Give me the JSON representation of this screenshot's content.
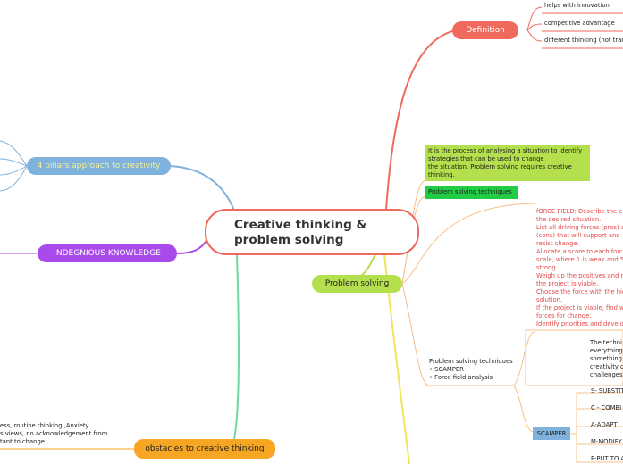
{
  "central": {
    "title_line1": "Creative thinking &",
    "title_line2": "problem solving"
  },
  "branches": {
    "definition": {
      "label": "Definition",
      "color": "#ef6a5c",
      "items": [
        "helps with innovation",
        "competitive advantage",
        "different thinking (not trad"
      ]
    },
    "pillars": {
      "label": "4 pillars approach to creativity",
      "color": "#7fb2dc",
      "text_color": "#f3f19a"
    },
    "indigenous": {
      "label": "INDEGNIOUS KNOWLEDGE",
      "color": "#a94bea"
    },
    "obstacles": {
      "label": "obstacles to creative thinking",
      "color": "#f6a623",
      "notes": [
        "ess, routine thinking ,Anxiety",
        "s views, no acknowledgement from",
        "tant to change"
      ]
    },
    "problem_solving": {
      "label": "Problem solving",
      "color": "#b5e04d",
      "definition_text": [
        "It is the process of analysing a situation to identify",
        "strategies that can be used to change",
        "the situation. Problem solving requires creative",
        "thinking."
      ],
      "techniques_label": "Problem solving techniques",
      "force_field": [
        "fORCE FIELD: Describe the c",
        "the desired situation.",
        "List all driving forces (pros) a",
        "(cons) that will support and",
        "resist change.",
        "Allocate a score to each forc",
        "scale, where 1 is weak and 5",
        "strong.",
        "Weigh up the positives and n",
        "the project is viable.",
        "Choose the force with the hig",
        "solution.",
        "If the project is viable, find w",
        "forces for change.",
        "Identify priorities and develo"
      ],
      "techniques_list": [
        "Problem solving techniques",
        "• SCAMPER",
        "• Force field analysis"
      ],
      "scamper": {
        "label": "SCAMPER",
        "description": [
          "The techni",
          "everything",
          "something",
          "creativity c",
          "challenges."
        ],
        "items": [
          "S- SUBSTIT",
          "C - COMBI",
          "A-ADAPT",
          "M-MODIFY",
          "P-PUT TO A"
        ]
      }
    }
  }
}
